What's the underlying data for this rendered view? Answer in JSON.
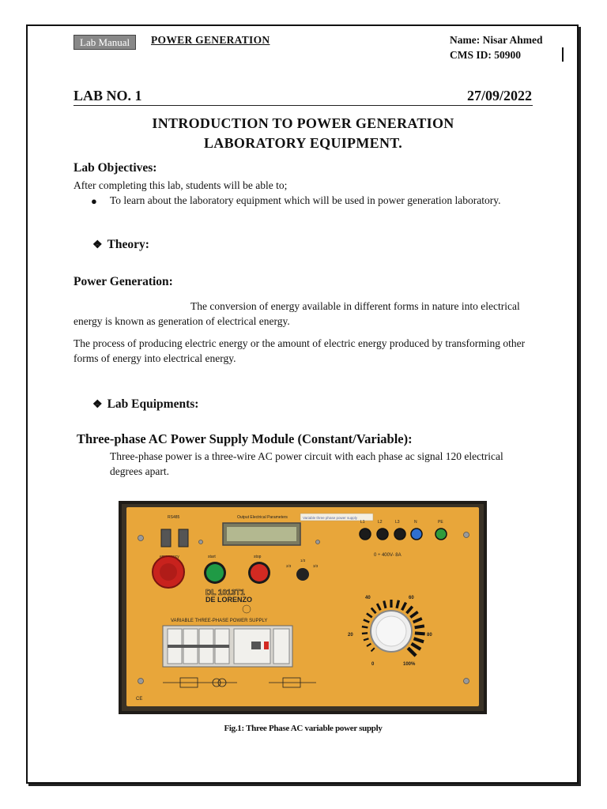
{
  "header": {
    "badge": "Lab Manual",
    "course": "POWER GENERATION",
    "name": "Name: Nisar Ahmed",
    "cms": "CMS ID: 50900"
  },
  "lab": {
    "number": "LAB NO. 1",
    "date": "27/09/2022"
  },
  "title": {
    "line1": "INTRODUCTION TO POWER GENERATION",
    "line2": "LABORATORY EQUIPMENT."
  },
  "objectives": {
    "heading": "Lab Objectives:",
    "intro": "After completing this lab, students will be able to;",
    "bullet": "To learn about the laboratory equipment which will be used in power generation laboratory."
  },
  "theory": {
    "heading": "Theory:"
  },
  "power_generation": {
    "heading": "Power Generation:",
    "para1": "The conversion of energy available in different forms in nature into electrical energy is known as generation of electrical energy.",
    "para2": "The process of producing electric energy or the amount of electric energy produced by transforming other forms of energy into electrical energy."
  },
  "equipments": {
    "heading": "Lab Equipments:"
  },
  "supply": {
    "heading": "Three-phase AC Power Supply Module (Constant/Variable):",
    "text": "Three-phase power is a three-wire AC power circuit with each phase ac signal 120 electrical degrees apart."
  },
  "figure": {
    "caption": "Fig.1: Three Phase AC variable power supply",
    "labels": {
      "rs485": "RS485",
      "output": "Output Electrical Parameters",
      "sticker": "Variable three phase power supply",
      "emergency": "emergency",
      "start": "start",
      "stop": "stop",
      "model": "DL 1013T1",
      "brand": "DE LORENZO",
      "panel": "VARIABLE THREE-PHASE POWER SUPPLY",
      "l1": "L1",
      "l2": "L2",
      "l3": "L3",
      "n": "N",
      "pe": "PE",
      "range": "0 ÷ 400V- 8A",
      "sel1": "1/3",
      "sel2": "2/3",
      "sel3": "3/3",
      "d0": "0",
      "d20": "20",
      "d40": "40",
      "d60": "60",
      "d80": "80",
      "d100": "100%"
    }
  }
}
